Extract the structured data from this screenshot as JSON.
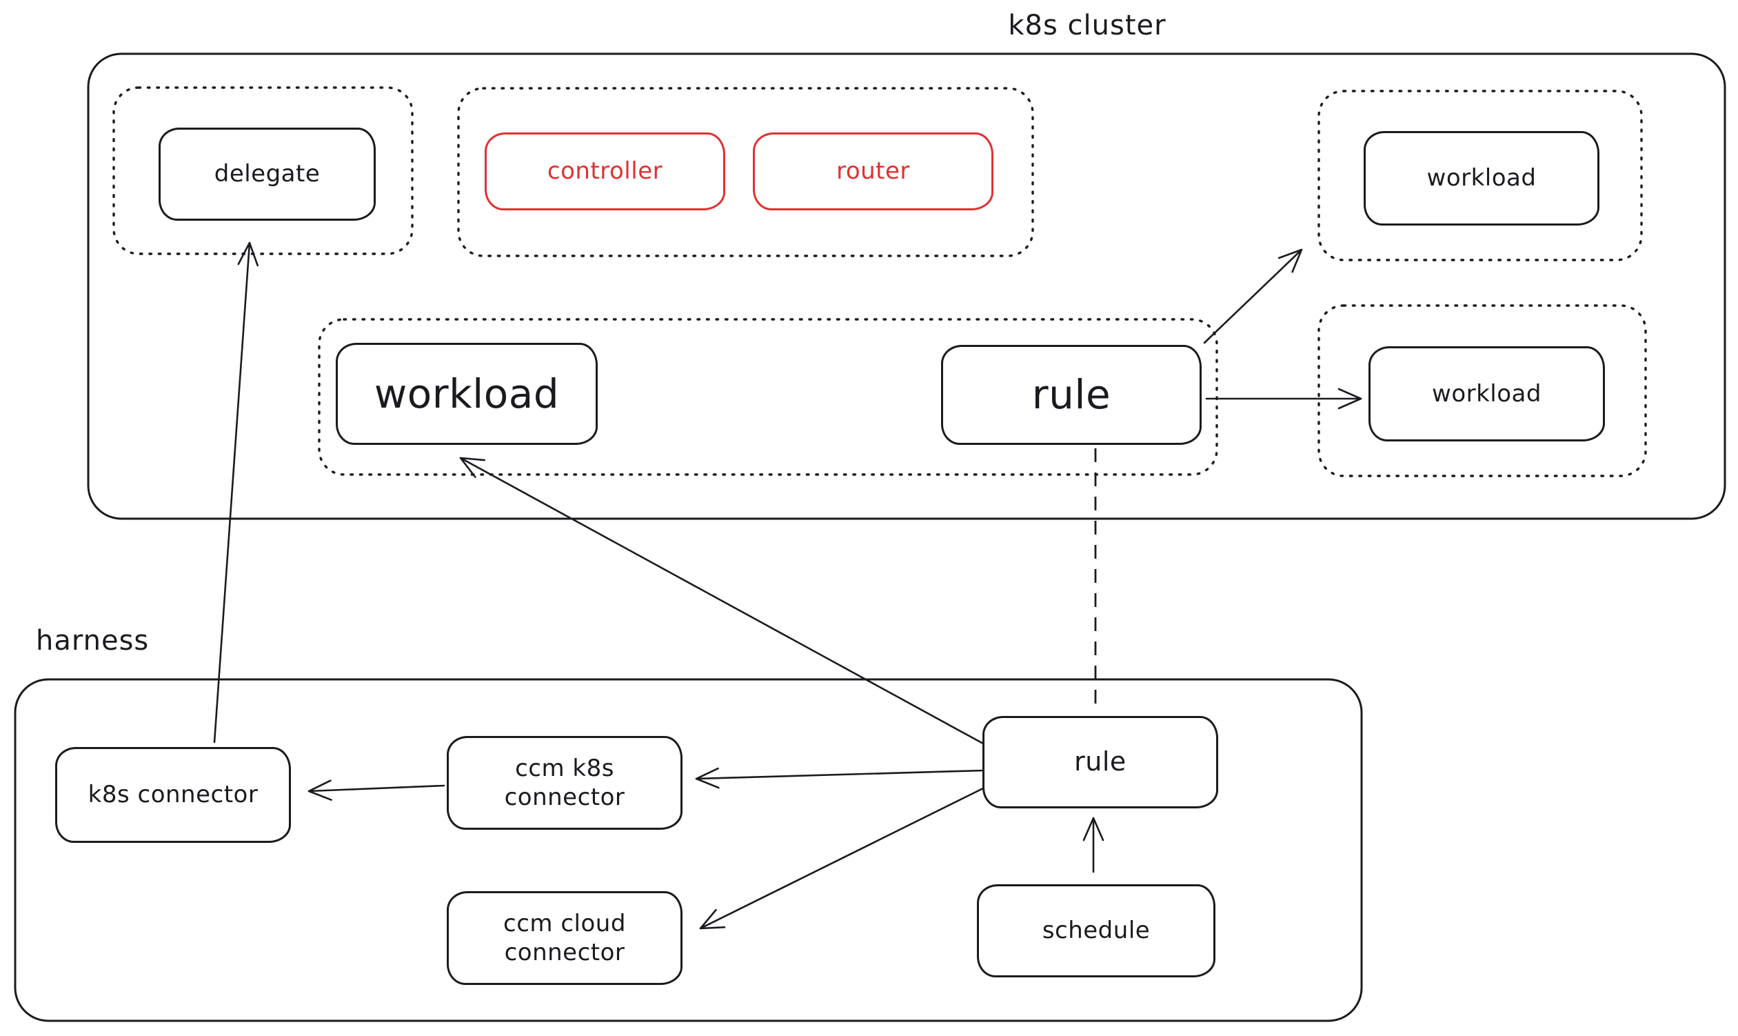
{
  "colors": {
    "ink": "#1b1b1f",
    "red": "#e03131",
    "background": "#ffffff"
  },
  "labels": {
    "k8s_cluster": "k8s cluster",
    "harness": "harness"
  },
  "nodes": {
    "delegate": "delegate",
    "controller": "controller",
    "router": "router",
    "workload_top_right": "workload",
    "workload_main": "workload",
    "rule_cluster": "rule",
    "workload_mid_right": "workload",
    "k8s_connector": "k8s connector",
    "ccm_k8s_connector": [
      "ccm k8s",
      "connector"
    ],
    "ccm_cloud_connector": [
      "ccm cloud",
      "connector"
    ],
    "rule_harness": "rule",
    "schedule": "schedule"
  }
}
